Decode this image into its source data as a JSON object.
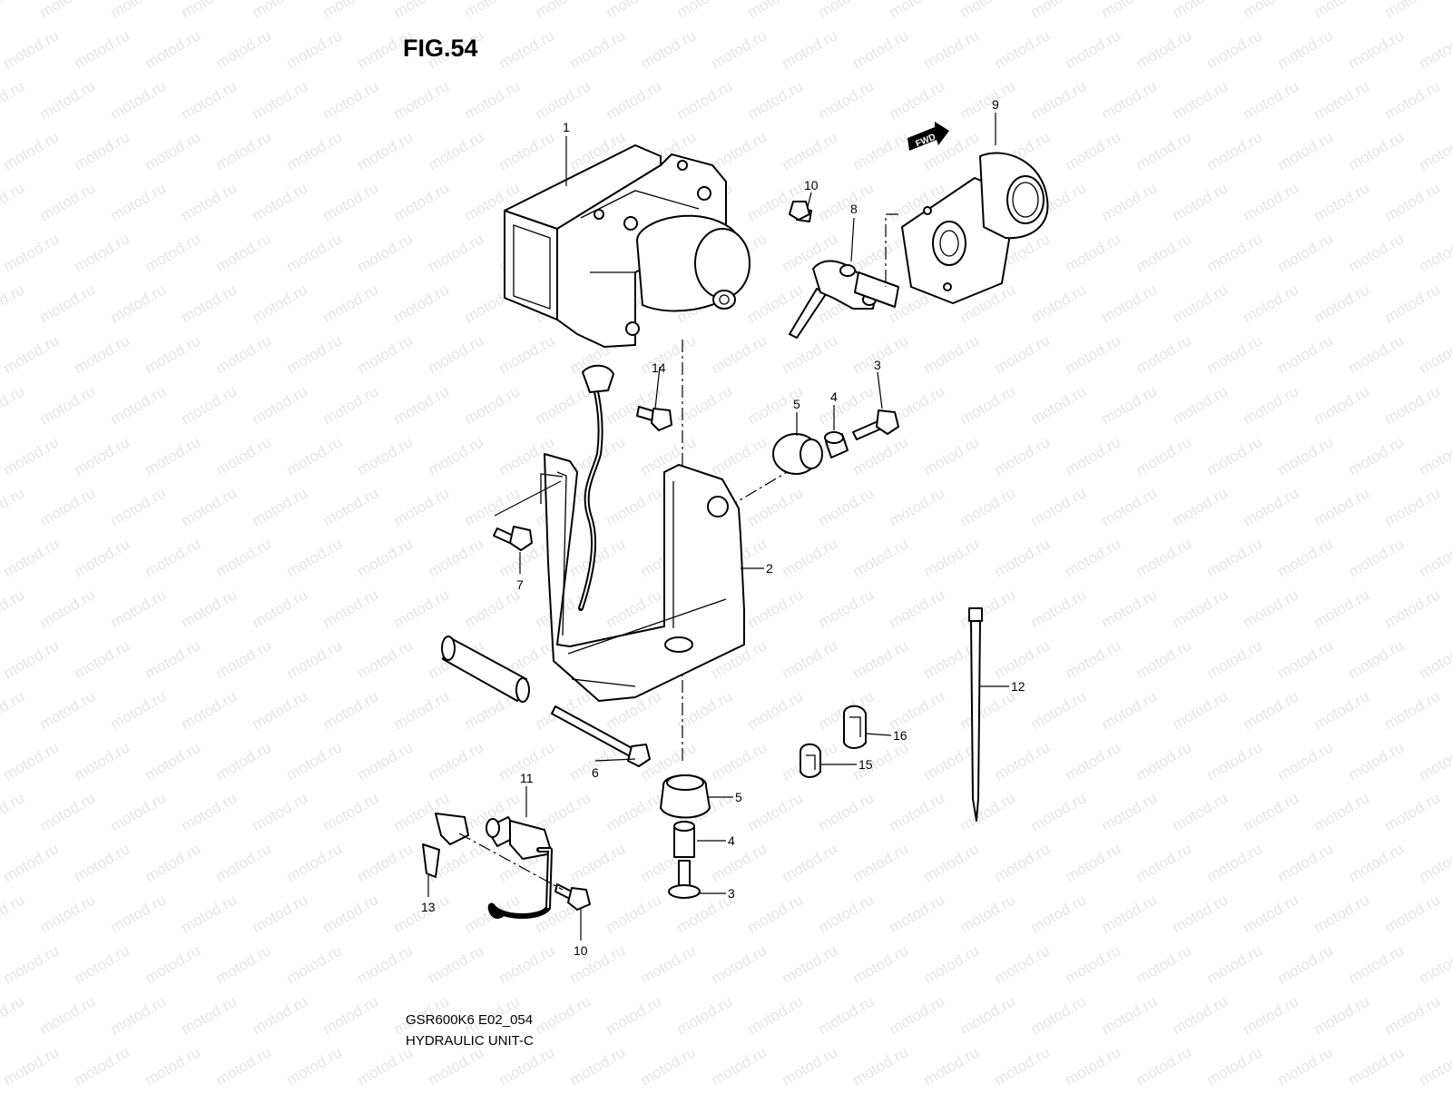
{
  "figure": {
    "title": "FIG.54",
    "model_code": "GSR600K6 E02_054",
    "assembly_name": "HYDRAULIC UNIT-C",
    "watermark_text": "motod.ru",
    "direction_badge": "FWD"
  },
  "callouts": [
    {
      "id": "c1",
      "label": "1"
    },
    {
      "id": "c2",
      "label": "2"
    },
    {
      "id": "c3a",
      "label": "3"
    },
    {
      "id": "c3b",
      "label": "3"
    },
    {
      "id": "c4a",
      "label": "4"
    },
    {
      "id": "c4b",
      "label": "4"
    },
    {
      "id": "c5a",
      "label": "5"
    },
    {
      "id": "c5b",
      "label": "5"
    },
    {
      "id": "c6",
      "label": "6"
    },
    {
      "id": "c7",
      "label": "7"
    },
    {
      "id": "c8",
      "label": "8"
    },
    {
      "id": "c9",
      "label": "9"
    },
    {
      "id": "c10a",
      "label": "10"
    },
    {
      "id": "c10b",
      "label": "10"
    },
    {
      "id": "c11",
      "label": "11"
    },
    {
      "id": "c12",
      "label": "12"
    },
    {
      "id": "c13",
      "label": "13"
    },
    {
      "id": "c14",
      "label": "14"
    },
    {
      "id": "c15",
      "label": "15"
    },
    {
      "id": "c16",
      "label": "16"
    }
  ]
}
